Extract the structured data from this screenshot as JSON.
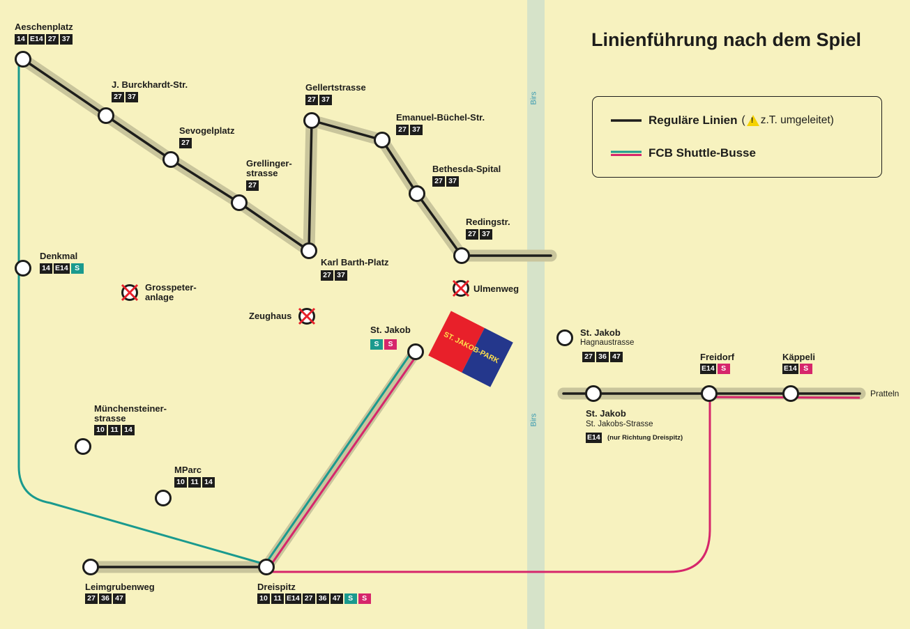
{
  "title": "Linienführung nach dem Spiel",
  "colors": {
    "background": "#f7f2bf",
    "regular_line": "#1d1d1b",
    "line_casing": "#c9c59c",
    "shuttle_teal": "#1a9a8e",
    "shuttle_pink": "#d6266b",
    "river": "#d6e3c9",
    "park_red": "#e8202a",
    "park_blue": "#24378c"
  },
  "legend": {
    "regular_label": "Reguläre Linien",
    "regular_note_open": "(",
    "warning_icon": "warning-triangle-icon",
    "regular_note": "z.T. umgeleitet)",
    "shuttle_label": "FCB Shuttle-Busse"
  },
  "river": {
    "name_top": "Birs",
    "name_bottom": "Birs"
  },
  "stadium": {
    "label": "ST. JAKOB-PARK"
  },
  "edge_label": "Pratteln",
  "stops": {
    "aeschenplatz": {
      "name": "Aeschenplatz",
      "lines": [
        "14",
        "E14",
        "27",
        "37"
      ]
    },
    "burckhardt": {
      "name": "J. Burckhardt-Str.",
      "lines": [
        "27",
        "37"
      ]
    },
    "sevogelplatz": {
      "name": "Sevogelplatz",
      "lines": [
        "27"
      ]
    },
    "grellinger": {
      "name": "Grellinger- strasse",
      "lines": [
        "27"
      ]
    },
    "karl_barth": {
      "name": "Karl Barth-Platz",
      "lines": [
        "27",
        "37"
      ]
    },
    "gellert": {
      "name": "Gellertstrasse",
      "lines": [
        "27",
        "37"
      ]
    },
    "emanuel": {
      "name": "Emanuel-Büchel-Str.",
      "lines": [
        "27",
        "37"
      ]
    },
    "bethesda": {
      "name": "Bethesda-Spital",
      "lines": [
        "27",
        "37"
      ]
    },
    "redings": {
      "name": "Redingstr.",
      "lines": [
        "27",
        "37"
      ]
    },
    "denkmal": {
      "name": "Denkmal",
      "lines": [
        "14",
        "E14",
        "S"
      ]
    },
    "muenchensteiner": {
      "name": "Münchensteiner- strasse",
      "lines": [
        "10",
        "11",
        "14"
      ]
    },
    "mparc": {
      "name": "MParc",
      "lines": [
        "10",
        "11",
        "14"
      ]
    },
    "leimgrubenweg": {
      "name": "Leimgrubenweg",
      "lines": [
        "27",
        "36",
        "47"
      ]
    },
    "dreispitz": {
      "name": "Dreispitz",
      "lines": [
        "10",
        "11",
        "E14",
        "27",
        "36",
        "47",
        "S",
        "S"
      ]
    },
    "st_jakob_shuttle": {
      "name": "St. Jakob",
      "lines": [
        "S",
        "S"
      ]
    },
    "st_jakob_hagnau": {
      "name": "St. Jakob",
      "sub": "Hagnaustrasse",
      "lines": [
        "27",
        "36",
        "47"
      ]
    },
    "st_jakob_strasse": {
      "name": "St. Jakob",
      "sub": "St. Jakobs-Strasse",
      "lines": [
        "E14"
      ],
      "note": "(nur Richtung Dreispitz)"
    },
    "freidorf": {
      "name": "Freidorf",
      "lines": [
        "E14",
        "S"
      ]
    },
    "kaeppeli": {
      "name": "Käppeli",
      "lines": [
        "E14",
        "S"
      ]
    }
  },
  "closed_stops": {
    "grosspeter": {
      "name": "Grosspeter- anlage"
    },
    "zeughaus": {
      "name": "Zeughaus"
    },
    "ulmenweg": {
      "name": "Ulmenweg"
    }
  }
}
